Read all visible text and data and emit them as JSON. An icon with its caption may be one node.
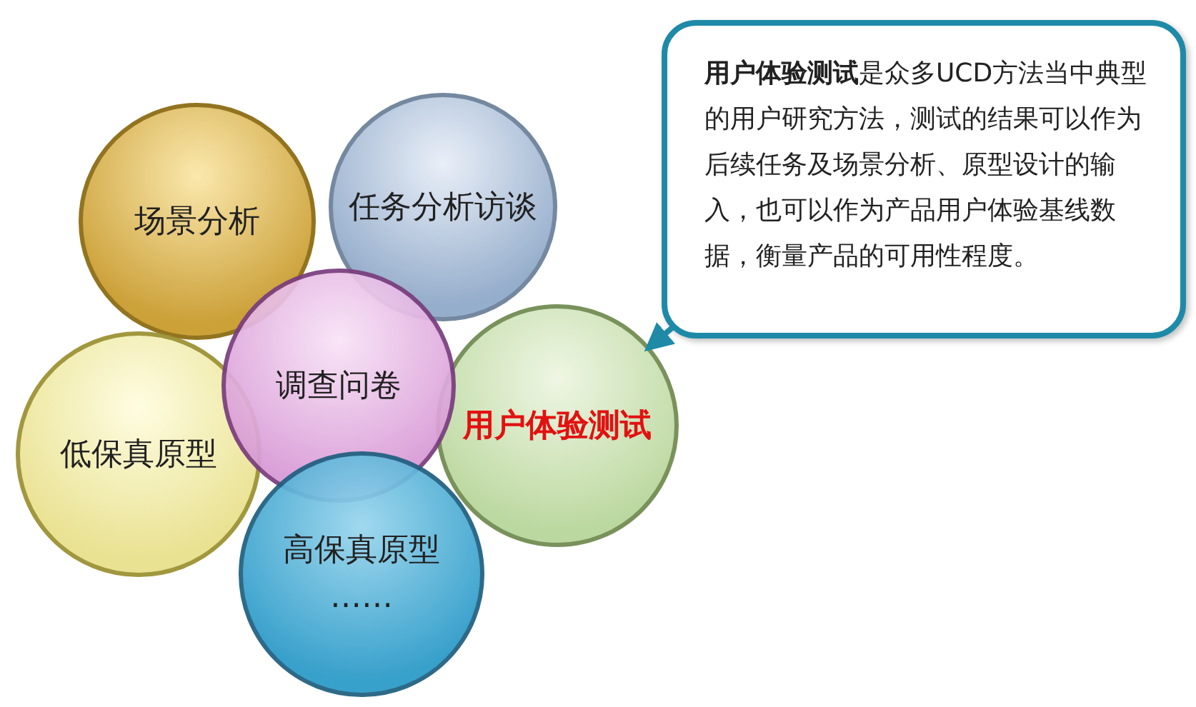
{
  "diagram": {
    "nodes": [
      {
        "text": [
          "场景分析"
        ]
      },
      {
        "text": [
          "任务分析访谈"
        ]
      },
      {
        "text": [
          "调查问卷"
        ]
      },
      {
        "text": [
          "低保真原型"
        ]
      },
      {
        "text": [
          "用户体验测试"
        ]
      },
      {
        "text": [
          "高保真原型",
          "……"
        ]
      },
      {
        "text": [
          "**用户体验测试**是众多UCD方法当中典型的用户研究方法，测试的结果可以作为后续任务及场景分析、原型设计的输入，也可以作为产品用户体验基线数据，衡量产品的可用性程度。"
        ]
      }
    ],
    "edges": [
      {
        "from": 6,
        "to": 4,
        "arrow": "to"
      }
    ]
  }
}
